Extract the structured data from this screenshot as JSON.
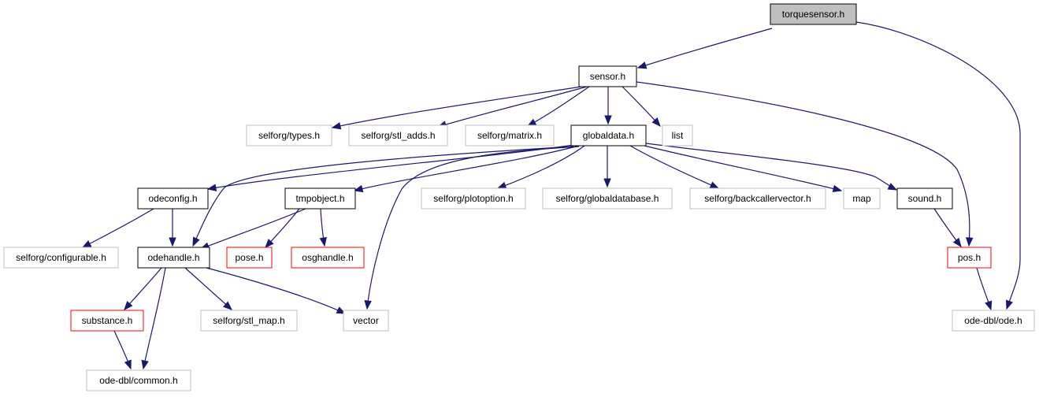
{
  "style": {
    "edge_color": "#191970",
    "root_fill": "#bfbfbf",
    "border_colors": {
      "root": "#000000",
      "documented": "#000000",
      "truncated": "#ff0000",
      "external": "#bfbfbf"
    }
  },
  "nodes": [
    {
      "id": "torquesensor",
      "label": "torquesensor.h",
      "kind": "root"
    },
    {
      "id": "sensor",
      "label": "sensor.h",
      "kind": "documented"
    },
    {
      "id": "types",
      "label": "selforg/types.h",
      "kind": "external"
    },
    {
      "id": "stl_adds",
      "label": "selforg/stl_adds.h",
      "kind": "external"
    },
    {
      "id": "matrix",
      "label": "selforg/matrix.h",
      "kind": "external"
    },
    {
      "id": "globaldata",
      "label": "globaldata.h",
      "kind": "documented"
    },
    {
      "id": "list",
      "label": "list",
      "kind": "external"
    },
    {
      "id": "odeconfig",
      "label": "odeconfig.h",
      "kind": "documented"
    },
    {
      "id": "tmpobject",
      "label": "tmpobject.h",
      "kind": "documented"
    },
    {
      "id": "plotoption",
      "label": "selforg/plotoption.h",
      "kind": "external"
    },
    {
      "id": "globaldatabase",
      "label": "selforg/globaldatabase.h",
      "kind": "external"
    },
    {
      "id": "backcallervector",
      "label": "selforg/backcallervector.h",
      "kind": "external"
    },
    {
      "id": "map",
      "label": "map",
      "kind": "external"
    },
    {
      "id": "sound",
      "label": "sound.h",
      "kind": "documented"
    },
    {
      "id": "configurable",
      "label": "selforg/configurable.h",
      "kind": "external"
    },
    {
      "id": "odehandle",
      "label": "odehandle.h",
      "kind": "documented"
    },
    {
      "id": "pose",
      "label": "pose.h",
      "kind": "truncated"
    },
    {
      "id": "osghandle",
      "label": "osghandle.h",
      "kind": "truncated"
    },
    {
      "id": "pos",
      "label": "pos.h",
      "kind": "truncated"
    },
    {
      "id": "substance",
      "label": "substance.h",
      "kind": "truncated"
    },
    {
      "id": "stl_map",
      "label": "selforg/stl_map.h",
      "kind": "external"
    },
    {
      "id": "vector",
      "label": "vector",
      "kind": "external"
    },
    {
      "id": "ode",
      "label": "ode-dbl/ode.h",
      "kind": "external"
    },
    {
      "id": "common",
      "label": "ode-dbl/common.h",
      "kind": "external"
    }
  ],
  "edges": [
    {
      "from": "torquesensor",
      "to": "sensor"
    },
    {
      "from": "torquesensor",
      "to": "ode"
    },
    {
      "from": "sensor",
      "to": "types"
    },
    {
      "from": "sensor",
      "to": "stl_adds"
    },
    {
      "from": "sensor",
      "to": "matrix"
    },
    {
      "from": "sensor",
      "to": "globaldata"
    },
    {
      "from": "sensor",
      "to": "list"
    },
    {
      "from": "sensor",
      "to": "pos"
    },
    {
      "from": "globaldata",
      "to": "odeconfig"
    },
    {
      "from": "globaldata",
      "to": "odehandle"
    },
    {
      "from": "globaldata",
      "to": "tmpobject"
    },
    {
      "from": "globaldata",
      "to": "vector"
    },
    {
      "from": "globaldata",
      "to": "plotoption"
    },
    {
      "from": "globaldata",
      "to": "globaldatabase"
    },
    {
      "from": "globaldata",
      "to": "backcallervector"
    },
    {
      "from": "globaldata",
      "to": "map"
    },
    {
      "from": "globaldata",
      "to": "sound"
    },
    {
      "from": "odeconfig",
      "to": "configurable"
    },
    {
      "from": "odeconfig",
      "to": "odehandle"
    },
    {
      "from": "tmpobject",
      "to": "odehandle"
    },
    {
      "from": "tmpobject",
      "to": "pose"
    },
    {
      "from": "tmpobject",
      "to": "osghandle"
    },
    {
      "from": "sound",
      "to": "pos"
    },
    {
      "from": "pos",
      "to": "ode"
    },
    {
      "from": "odehandle",
      "to": "substance"
    },
    {
      "from": "odehandle",
      "to": "common"
    },
    {
      "from": "odehandle",
      "to": "stl_map"
    },
    {
      "from": "odehandle",
      "to": "vector"
    },
    {
      "from": "substance",
      "to": "common"
    }
  ]
}
